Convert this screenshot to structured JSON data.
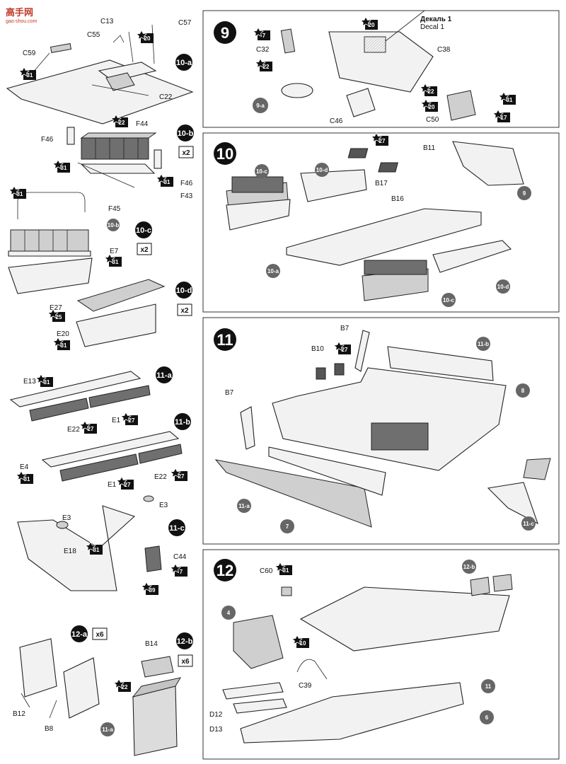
{
  "watermark": {
    "text": "高手网",
    "url": "gao-shou.com"
  },
  "decal": {
    "label_ru": "Декаль 1",
    "label_en": "Decal 1"
  },
  "steps": [
    {
      "id": "9",
      "label": "9"
    },
    {
      "id": "10",
      "label": "10"
    },
    {
      "id": "11",
      "label": "11"
    },
    {
      "id": "12",
      "label": "12"
    }
  ],
  "substeps": {
    "s10a": "10-a",
    "s10b": "10-b",
    "s10c": "10-c",
    "s10d": "10-d",
    "s11a": "11-a",
    "s11b": "11-b",
    "s11c": "11-c",
    "s12a": "12-a",
    "s12b": "12-b"
  },
  "multipliers": {
    "m10b": "x2",
    "m10c": "x2",
    "m10d": "x2",
    "m12a": "x6",
    "m12b": "x6"
  },
  "parts": {
    "c13": "C13",
    "c55": "C55",
    "c57": "C57",
    "c59": "C59",
    "c22": "C22",
    "f44": "F44",
    "f46a": "F46",
    "f46b": "F46",
    "f43": "F43",
    "f45": "F45",
    "e7": "E7",
    "e27": "E27",
    "e20": "E20",
    "e13": "E13",
    "e22a": "E22",
    "e1a": "E1",
    "e4": "E4",
    "e1b": "E1",
    "e22b": "E22",
    "e3a": "E3",
    "e3b": "E3",
    "e18": "E18",
    "c44": "C44",
    "b14": "B14",
    "b12": "B12",
    "b8": "B8",
    "c32": "C32",
    "c38": "C38",
    "c46": "C46",
    "c50": "C50",
    "b11": "B11",
    "b17": "B17",
    "b16": "B16",
    "b7a": "B7",
    "b7b": "B7",
    "b10": "B10",
    "c60": "C60",
    "c39": "C39",
    "d12": "D12",
    "d13": "D13"
  },
  "paint_colors": {
    "p31": "31",
    "p22": "22",
    "p20": "20",
    "p25": "25",
    "p27": "27",
    "p7": "7",
    "p39": "39",
    "p10": "10",
    "p17": "17"
  },
  "refs": {
    "r9a": "9-a",
    "r10a": "10-a",
    "r10b": "10-b",
    "r10c": "10-c",
    "r10d": "10-d",
    "r9": "9",
    "r10c2": "10-c",
    "r10d2": "10-d",
    "r11b": "11-b",
    "r8": "8",
    "r11a": "11-a",
    "r7": "7",
    "r11c": "11-c",
    "r12b": "12-b",
    "r4": "4",
    "r11": "11",
    "r6": "6",
    "r11a2": "11-a"
  }
}
